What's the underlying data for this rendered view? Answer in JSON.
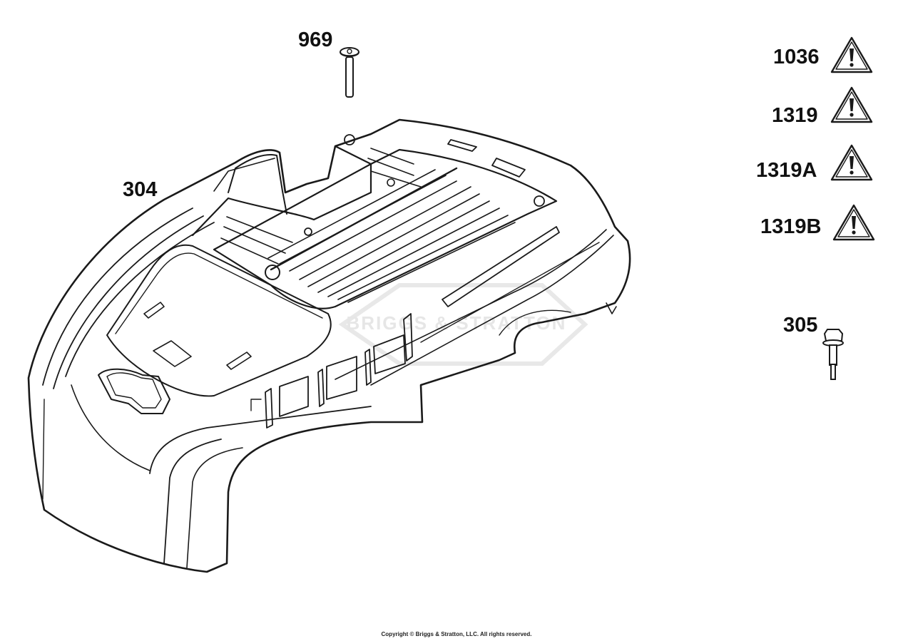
{
  "callouts": {
    "bolt_top": "969",
    "cover": "304",
    "bolt_right": "305",
    "warning_1": "1036",
    "warning_2": "1319",
    "warning_3": "1319A",
    "warning_4": "1319B"
  },
  "watermark": "BRIGGS & STRATTON",
  "copyright": "Copyright © Briggs & Stratton, LLC. All rights reserved.",
  "icons": {
    "warning": "warning-triangle-icon",
    "bolt": "bolt-icon",
    "cover": "engine-cover-part"
  },
  "colors": {
    "line": "#1a1a1a",
    "background": "#ffffff",
    "watermark": "#e4e4e4"
  }
}
